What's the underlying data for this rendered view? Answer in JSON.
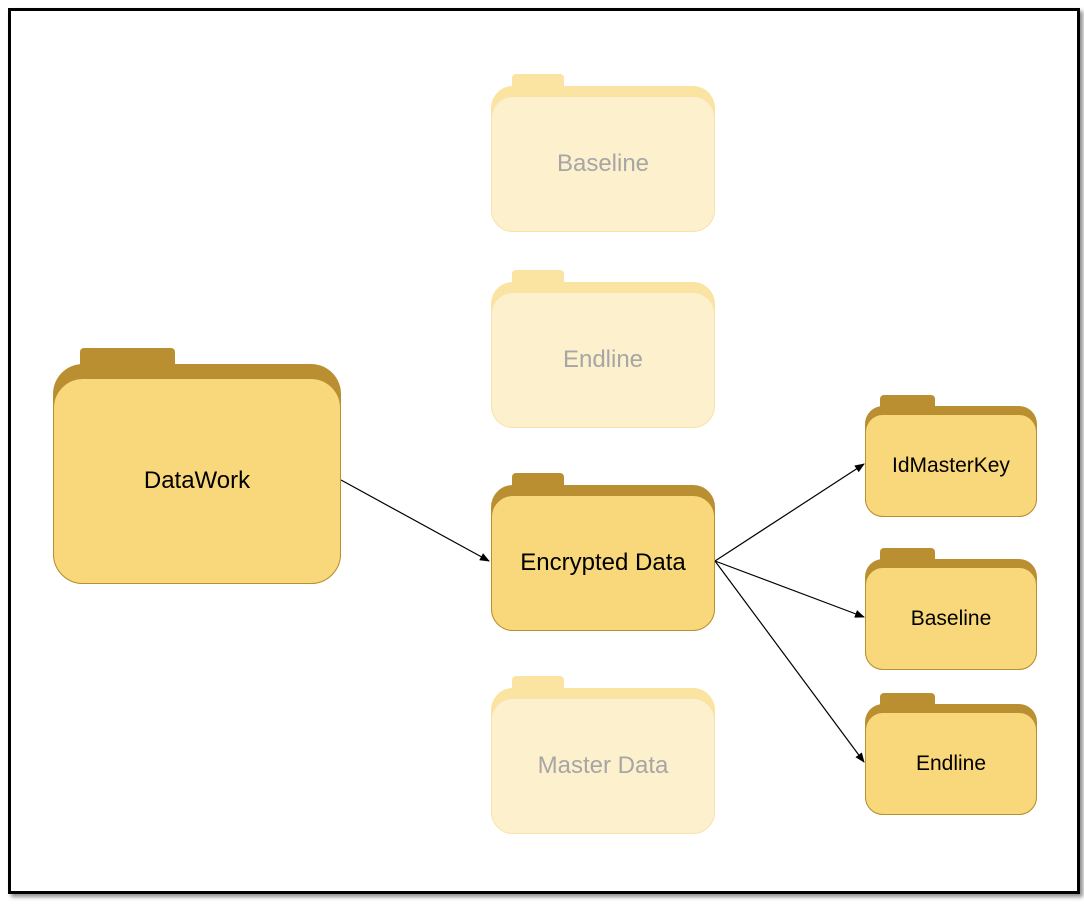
{
  "diagram": {
    "folders": {
      "datawork": "DataWork",
      "baseline_top": "Baseline",
      "endline_top": "Endline",
      "encrypted": "Encrypted Data",
      "master": "Master Data",
      "idmasterkey": "IdMasterKey",
      "baseline_right": "Baseline",
      "endline_right": "Endline"
    },
    "edges": [
      {
        "from": "DataWork",
        "to": "Encrypted Data"
      },
      {
        "from": "Encrypted Data",
        "to": "IdMasterKey"
      },
      {
        "from": "Encrypted Data",
        "to": "Baseline"
      },
      {
        "from": "Encrypted Data",
        "to": "Endline"
      }
    ],
    "colors": {
      "folder_fill": "#f8d87a",
      "folder_dark": "#b98f31",
      "faded_fill": "#fdf0cd",
      "faded_text": "#a6a6a6",
      "arrow": "#000000"
    }
  }
}
